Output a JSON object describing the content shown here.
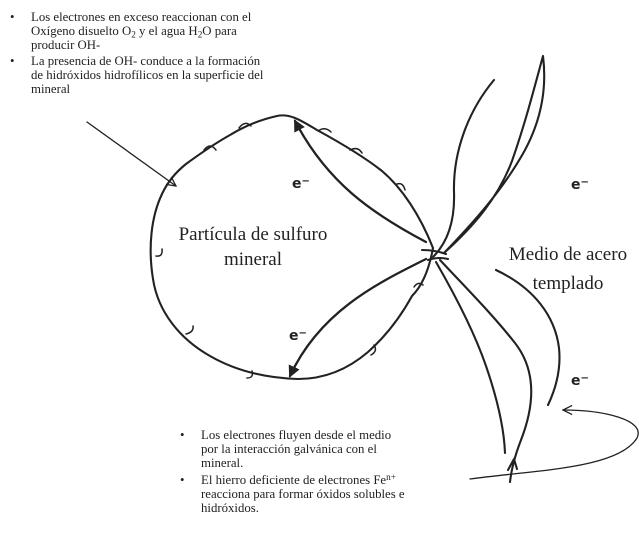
{
  "top_note": {
    "bullet_1": {
      "line_1": "Los electrones en exceso reaccionan con el",
      "line_2_a": "Oxígeno disuelto O",
      "line_2_sub_1": "2",
      "line_2_b": " y el agua H",
      "line_2_sub_2": "2",
      "line_2_c": "O para",
      "line_3": "producir OH-"
    },
    "bullet_2": {
      "line_1": "La presencia de OH- conduce a la formación",
      "line_2": "de hidróxidos hidrofílicos en la superficie del",
      "line_3": "mineral"
    }
  },
  "labels": {
    "particle_line_1": "Partícula de sulfuro",
    "particle_line_2": "mineral",
    "steel_line_1": "Medio de acero",
    "steel_line_2": "templado",
    "electron_base": "e",
    "electron_charge": "−"
  },
  "bottom_note": {
    "bullet_1": {
      "line_1": "Los electrones fluyen desde el medio",
      "line_2": "por la interacción galvánica con el",
      "line_3": "mineral."
    },
    "bullet_2": {
      "line_1_a": "El hierro deficiente de electrones Fe",
      "line_1_sup": "n+",
      "line_2": "reacciona para formar óxidos solubles e",
      "line_3": "hidróxidos."
    }
  },
  "style": {
    "ink_color": "#222222",
    "background_color": "#ffffff"
  }
}
